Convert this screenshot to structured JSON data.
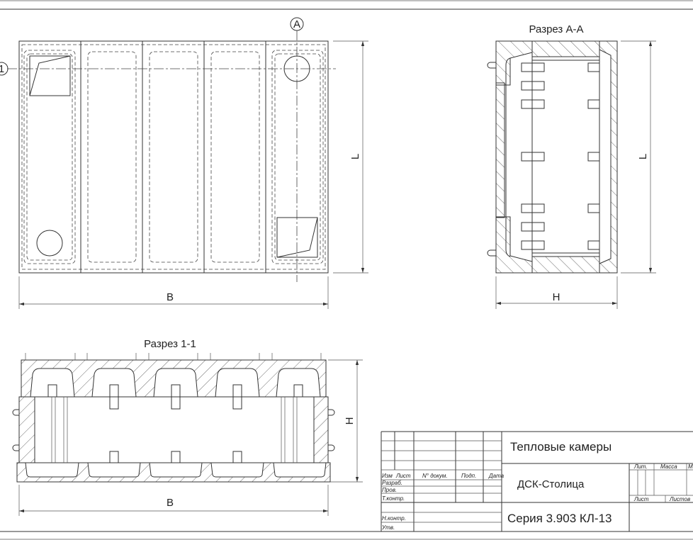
{
  "drawing": {
    "plan": {
      "marker_section": "1",
      "marker_cut": "A",
      "dim_length": "L",
      "dim_width": "B"
    },
    "section_aa": {
      "title": "Разрез А-А",
      "dim_length": "L",
      "dim_height": "H"
    },
    "section_11": {
      "title": "Разрез 1-1",
      "dim_height": "H",
      "dim_width": "B"
    }
  },
  "title_block": {
    "title": "Тепловые камеры",
    "organization": "ДСК-Столица",
    "series": "Серия 3.903 КЛ-13",
    "columns": [
      "Изм",
      "Лист",
      "N° докум.",
      "Подп.",
      "Дата"
    ],
    "rows": [
      "Разраб.",
      "Пров.",
      "Т.контр.",
      "Н.контр.",
      "Утв."
    ],
    "lit_label": "Лит.",
    "mass_label": "Масса",
    "scale_label": "М",
    "sheet_label": "Лист",
    "sheets_label": "Листов"
  }
}
